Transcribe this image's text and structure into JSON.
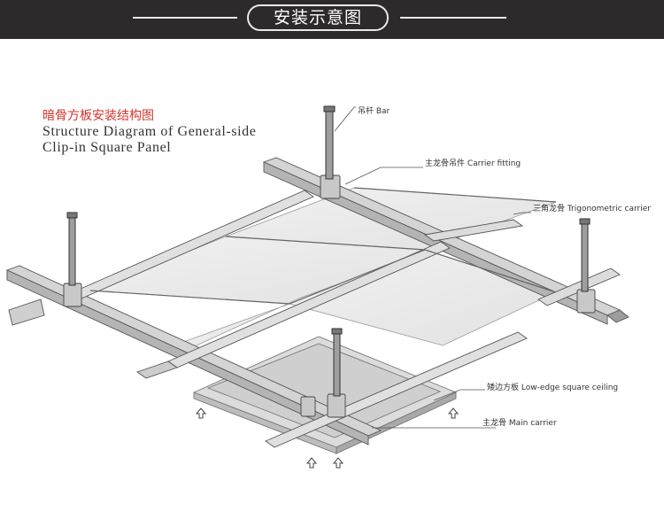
{
  "header": {
    "title": "安装示意图"
  },
  "diagram": {
    "title_cn": "暗骨方板安装结构图",
    "title_en_line1": "Structure Diagram of General-side",
    "title_en_line2": "Clip-in Square Panel"
  },
  "callouts": [
    {
      "id": "bar",
      "label": "吊杆 Bar"
    },
    {
      "id": "carrier-fitting",
      "label": "主龙骨吊件 Carrier fitting"
    },
    {
      "id": "trigonometric-carrier",
      "label": "三角龙骨 Trigonometric carrier"
    },
    {
      "id": "low-edge-square-ceiling",
      "label": "矮边方板 Low-edge square ceiling"
    },
    {
      "id": "main-carrier",
      "label": "主龙骨 Main carrier"
    }
  ],
  "colors": {
    "header_bg": "#2c2a2b",
    "title_red": "#d6332b",
    "line": "#555555"
  }
}
